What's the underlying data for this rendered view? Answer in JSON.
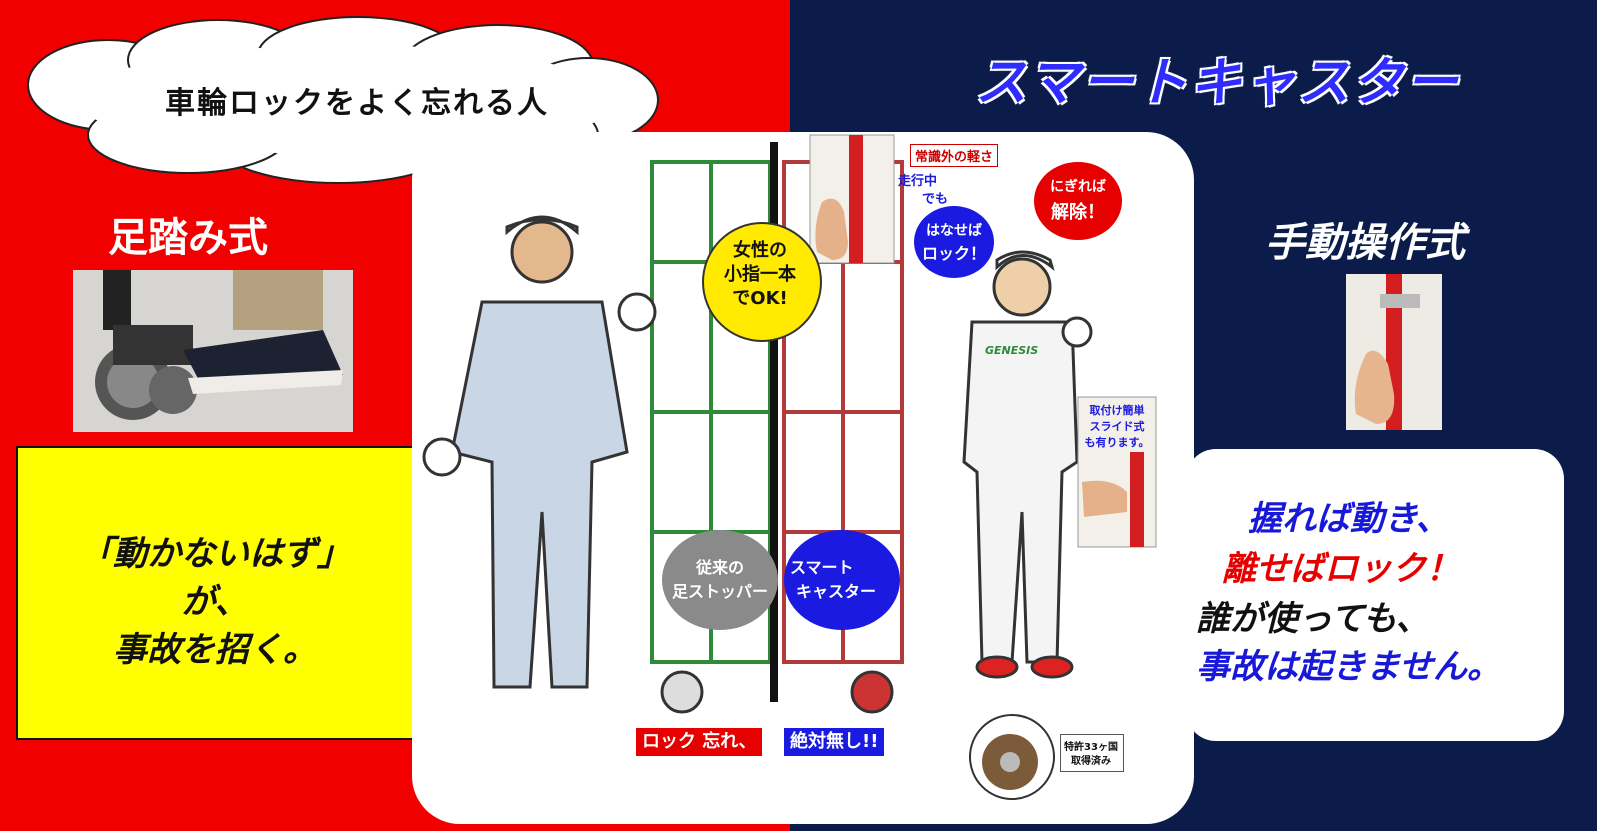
{
  "header": {
    "title": "スマートキャスター"
  },
  "cloud": {
    "text": "車輪ロックをよく忘れる人"
  },
  "left": {
    "label": "足踏み式",
    "box_lines": [
      "「動かないはず」",
      "が、",
      "事故を招く。"
    ]
  },
  "right": {
    "label": "手動操作式",
    "box_lines": [
      "握れば動き、",
      "離せばロック！",
      "誰が使っても、",
      "事故は起きません。"
    ]
  },
  "illustration": {
    "light_tag": "常識外の軽さ",
    "running_1": "走行中",
    "running_2": "でも",
    "release_1": "にぎれば",
    "release_2": "解除！",
    "lock_1": "はなせば",
    "lock_2": "ロック！",
    "finger_1": "女性の",
    "finger_2": "小指一本",
    "finger_3": "でOK!",
    "install_1": "取付け簡単",
    "install_2": "スライド式",
    "install_3": "も有ります。",
    "old_1": "従来の",
    "old_2": "足ストッパー",
    "smart_1": "スマート",
    "smart_2": "キャスター",
    "banner_left": "ロック 忘れ、",
    "banner_right": "絶対無し!!",
    "patent_1": "特許33ヶ国",
    "patent_2": "取得済み",
    "logo": "GENESIS"
  },
  "colors": {
    "red": "#f20000",
    "navy": "#0b1c4a",
    "yellow": "#ffff00",
    "blue": "#1818d8",
    "accent_red": "#e60000"
  }
}
